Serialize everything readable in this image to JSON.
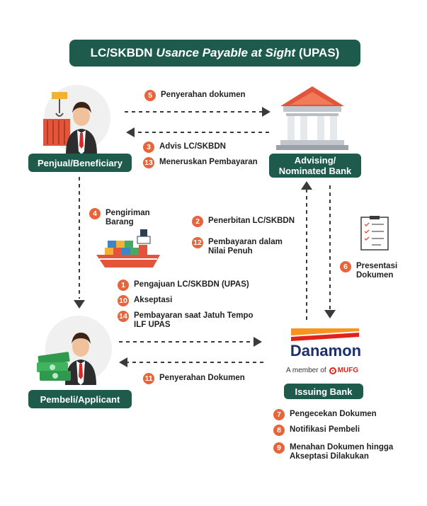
{
  "title": {
    "prefix": "LC/SKBDN",
    "italic": "Usance Payable at Sight",
    "suffix": "(UPAS)"
  },
  "actors": {
    "beneficiary": "Penjual/Beneficiary",
    "advising_line1": "Advising/",
    "advising_line2": "Nominated Bank",
    "applicant": "Pembeli/Applicant",
    "issuing": "Issuing Bank"
  },
  "brand": {
    "name": "Danamon",
    "member_text": "A member of",
    "mufg": "MUFG",
    "colors": {
      "red": "#e2231a",
      "green": "#1f5b4c",
      "orange": "#e8643a",
      "navy": "#1b2f6e"
    }
  },
  "steps": [
    {
      "num": "5",
      "lines": [
        "Penyerahan dokumen"
      ]
    },
    {
      "num": "3",
      "lines": [
        "Advis LC/SKBDN"
      ]
    },
    {
      "num": "13",
      "lines": [
        "Meneruskan Pembayaran"
      ]
    },
    {
      "num": "4",
      "lines": [
        "Pengiriman",
        "Barang"
      ]
    },
    {
      "num": "2",
      "lines": [
        "Penerbitan LC/SKBDN"
      ]
    },
    {
      "num": "12",
      "lines": [
        "Pembayaran dalam",
        "Nilai Penuh"
      ]
    },
    {
      "num": "6",
      "lines": [
        "Presentasi",
        "Dokumen"
      ]
    },
    {
      "num": "1",
      "lines": [
        "Pengajuan LC/SKBDN (UPAS)"
      ]
    },
    {
      "num": "10",
      "lines": [
        "Akseptasi"
      ]
    },
    {
      "num": "14",
      "lines": [
        "Pembayaran saat Jatuh Tempo",
        "ILF UPAS"
      ]
    },
    {
      "num": "11",
      "lines": [
        "Penyerahan Dokumen"
      ]
    },
    {
      "num": "7",
      "lines": [
        "Pengecekan Dokumen"
      ]
    },
    {
      "num": "8",
      "lines": [
        "Notifikasi Pembeli"
      ]
    },
    {
      "num": "9",
      "lines": [
        "Menahan Dokumen hingga",
        "Akseptasi Dilakukan"
      ]
    }
  ]
}
